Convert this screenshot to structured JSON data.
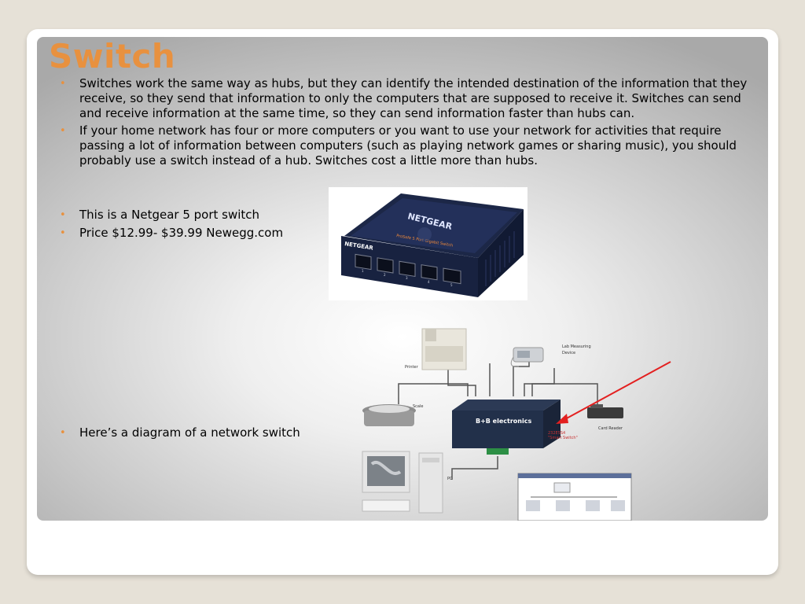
{
  "slide": {
    "title": "Switch",
    "bullets": [
      "Switches work the same way as hubs, but they can identify the intended destination of the information that they receive, so they send that information to only the computers that are supposed to receive it. Switches can send and receive information at the same time, so they can send information faster than hubs can.",
      "If your home network has four or more computers or you want to use your network for activities that require passing a lot of information between computers (such as playing network games or sharing music), you should probably use a switch instead of a hub. Switches cost a little more than hubs.",
      "This is a Netgear 5 port switch",
      "Price $12.99- $39.99  Newegg.com",
      "Here’s a diagram of a network switch"
    ]
  },
  "photo": {
    "brand_top": "NETGEAR",
    "brand_front": "NETGEAR",
    "model_text": "ProSafe 5 Port Gigabit Switch",
    "port_numbers": [
      "1",
      "2",
      "3",
      "4",
      "5"
    ]
  },
  "diagram": {
    "labels": {
      "printer": "Printer",
      "lab_device_1": "Lab Measuring",
      "lab_device_2": "Device",
      "scale": "Scale",
      "card_reader": "Card Reader",
      "pc": "PC",
      "brand": "B+B electronics",
      "callout_1": "232ESS4",
      "callout_2": "\"Smart Switch\""
    },
    "arrow_color": "#e32020"
  },
  "colors": {
    "title": "#e8913f",
    "bullet": "#e8913f"
  }
}
